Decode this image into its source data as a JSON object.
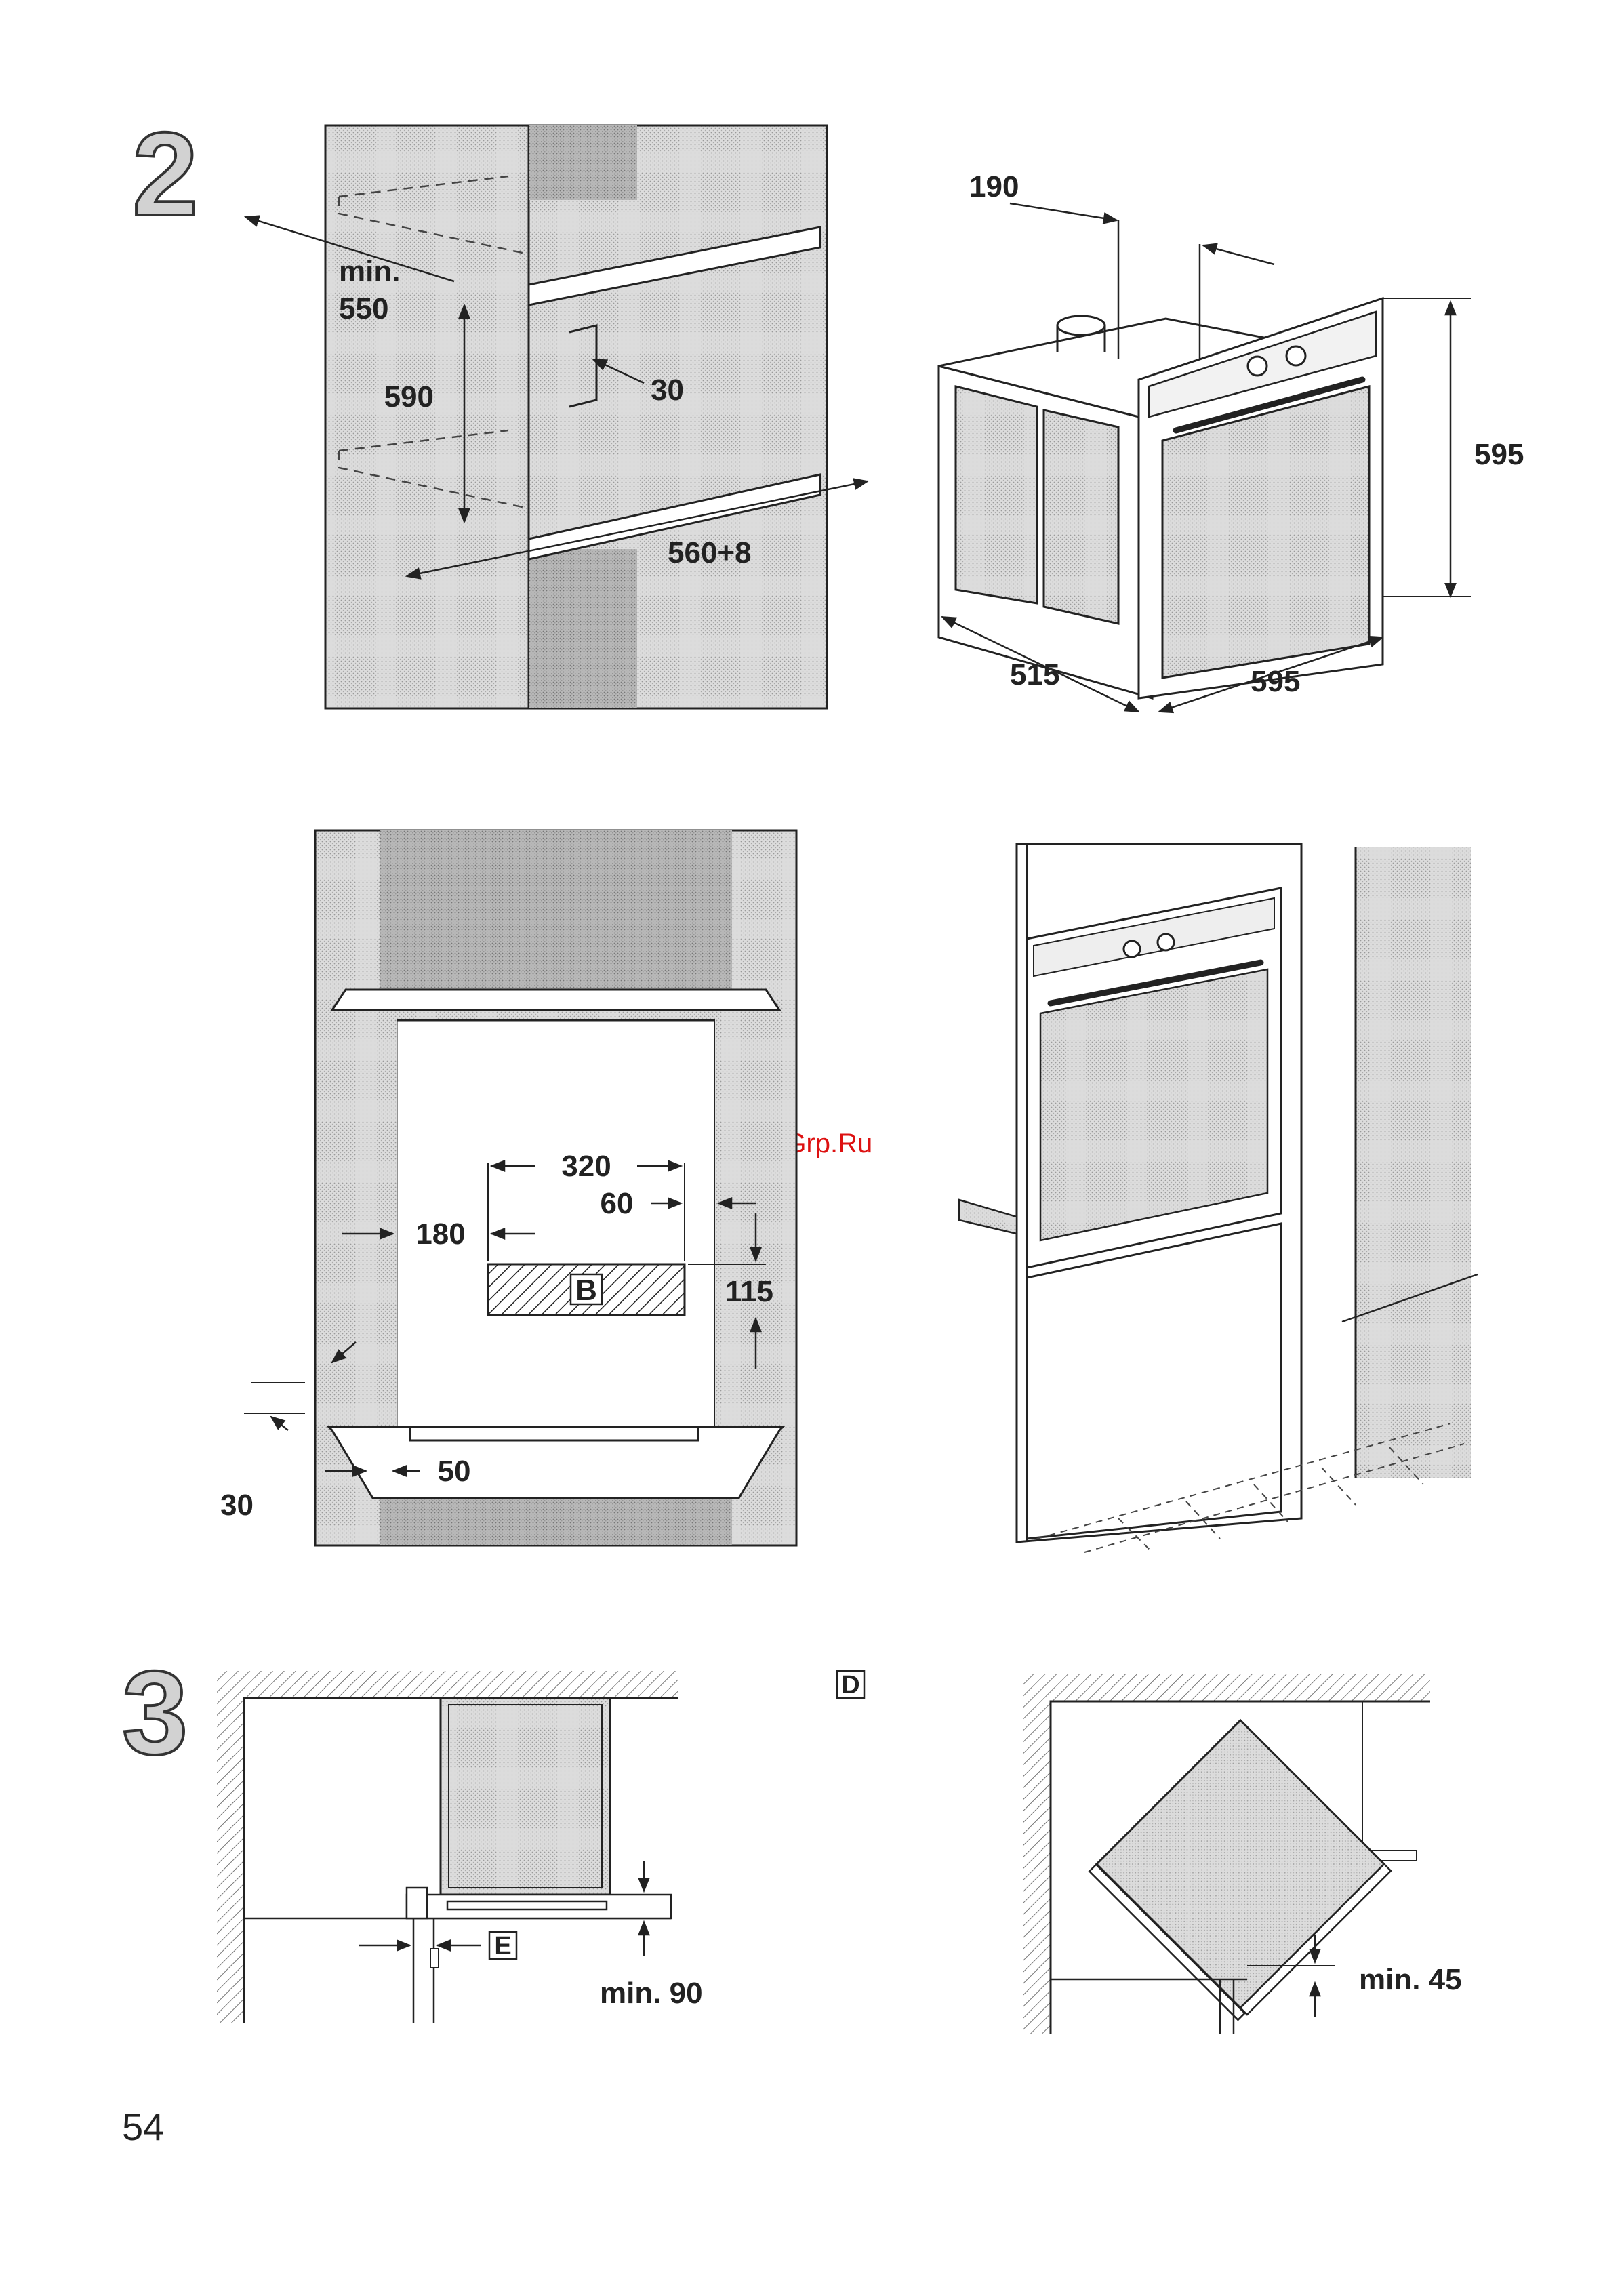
{
  "page_number": "54",
  "watermark": "McGrp.Ru",
  "step2": {
    "number": "2",
    "fig_a": {
      "min_label": "min.",
      "min_value": "550",
      "height": "590",
      "gap": "30",
      "depth": "560+8"
    },
    "fig_b": {
      "vent": "190",
      "height": "595",
      "depth": "515",
      "width": "595"
    },
    "fig_c": {
      "width": "320",
      "offset_right": "60",
      "offset_left": "180",
      "zone": "B",
      "zone_height": "115",
      "front": "50",
      "side": "30"
    }
  },
  "step3": {
    "number": "3",
    "fig_d": {
      "tag_d": "D",
      "tag_e": "E",
      "clearance": "min. 90"
    },
    "fig_e": {
      "clearance": "min. 45"
    }
  },
  "colors": {
    "stipple": "#d9d9d9",
    "dark_panel": "#b5b5b5",
    "line": "#222222"
  }
}
